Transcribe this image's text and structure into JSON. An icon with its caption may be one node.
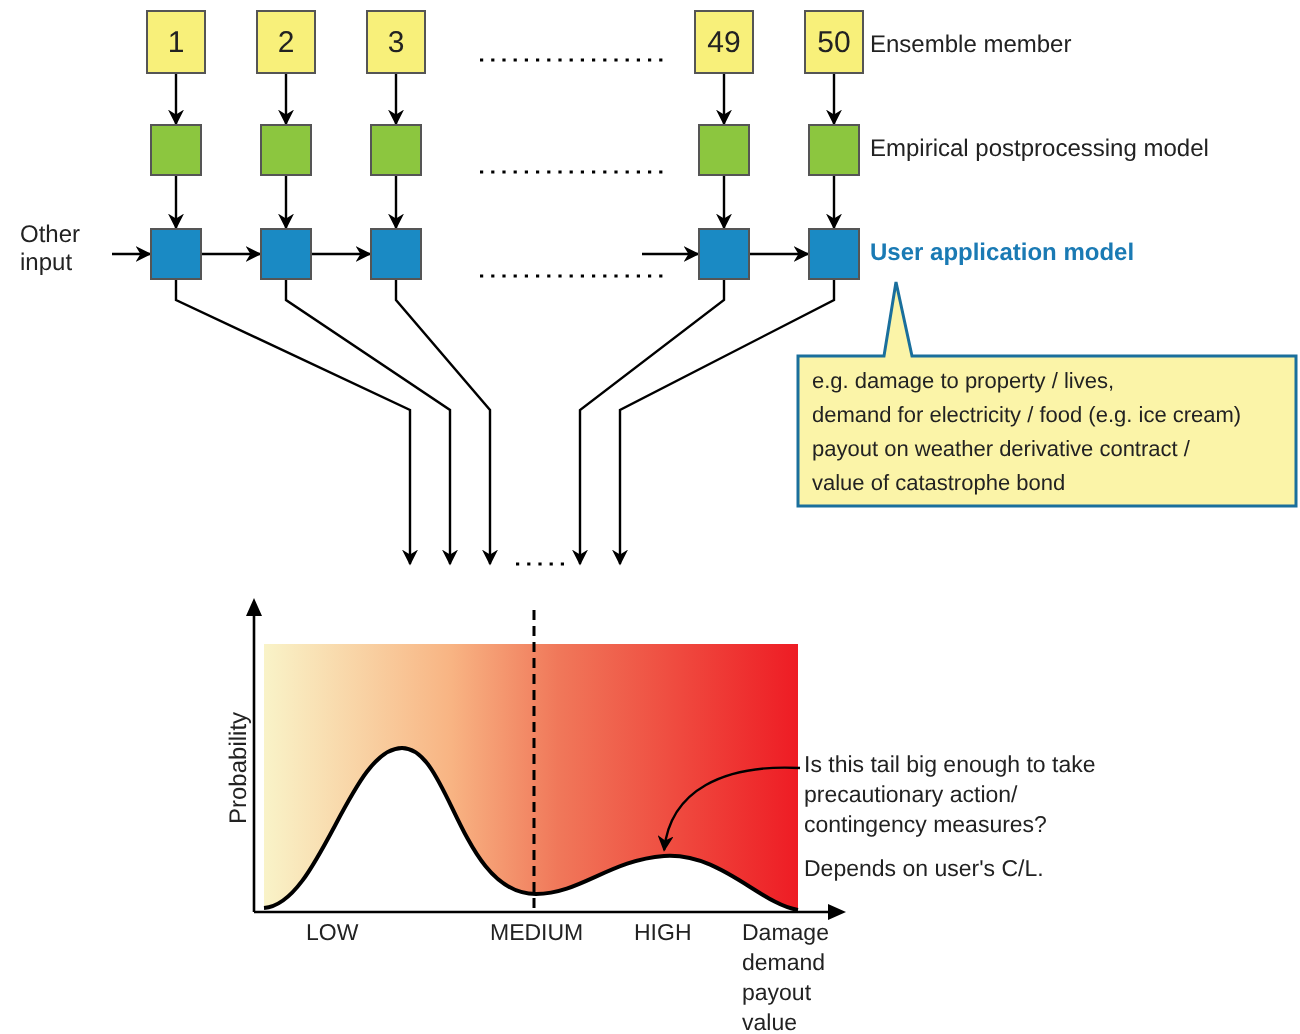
{
  "diagram": {
    "nodes": [
      {
        "text": [
          "1"
        ]
      },
      {
        "text": [
          "2"
        ]
      },
      {
        "text": [
          "3"
        ]
      },
      {
        "text": [
          "49"
        ]
      },
      {
        "text": [
          "50"
        ]
      },
      {
        "text": [],
        "shape": "box"
      },
      {
        "text": [],
        "shape": "box"
      },
      {
        "text": [],
        "shape": "box"
      },
      {
        "text": [],
        "shape": "box"
      },
      {
        "text": [],
        "shape": "box"
      },
      {
        "text": [],
        "shape": "box"
      },
      {
        "text": [],
        "shape": "box"
      },
      {
        "text": [],
        "shape": "box"
      },
      {
        "text": [],
        "shape": "box"
      },
      {
        "text": [],
        "shape": "box"
      },
      {
        "text": [
          "Other input"
        ]
      },
      {
        "text": [
          "e.g. damage to property / lives,",
          "demand for electricity / food (e.g. ice cream)",
          "payout on weather derivative contract /",
          "value of catastrophe bond"
        ]
      },
      {
        "text": [],
        "shape": "picture"
      },
      {
        "text": [
          "Is this tail big enough to take precautionary action/ contingency measures?"
        ]
      }
    ],
    "edges": [
      {
        "from": 0,
        "to": 5,
        "arrow": "to"
      },
      {
        "from": 1,
        "to": 6,
        "arrow": "to"
      },
      {
        "from": 2,
        "to": 7,
        "arrow": "to"
      },
      {
        "from": 3,
        "to": 8,
        "arrow": "to"
      },
      {
        "from": 4,
        "to": 9,
        "arrow": "to"
      },
      {
        "from": 5,
        "to": 10,
        "arrow": "to"
      },
      {
        "from": 6,
        "to": 11,
        "arrow": "to"
      },
      {
        "from": 7,
        "to": 12,
        "arrow": "to"
      },
      {
        "from": 8,
        "to": 13,
        "arrow": "to"
      },
      {
        "from": 9,
        "to": 14,
        "arrow": "to"
      },
      {
        "from": 15,
        "to": 10,
        "arrow": "to"
      },
      {
        "from": 10,
        "to": 11,
        "arrow": "to"
      },
      {
        "from": 11,
        "to": 12,
        "arrow": "to"
      },
      {
        "from": null,
        "to": 13,
        "arrow": "to"
      },
      {
        "from": 13,
        "to": 14,
        "arrow": "to"
      },
      {
        "from": 10,
        "to": 17,
        "arrow": "to"
      },
      {
        "from": 11,
        "to": 17,
        "arrow": "to"
      },
      {
        "from": 12,
        "to": 17,
        "arrow": "to"
      },
      {
        "from": 13,
        "to": 17,
        "arrow": "to"
      },
      {
        "from": 14,
        "to": 17,
        "arrow": "to"
      },
      {
        "from": 18,
        "to": 17,
        "arrow": "to"
      }
    ],
    "labels": [
      "Ensemble member",
      "Empirical postprocessing model",
      "User application model",
      "Probability",
      "LOW",
      "MEDIUM",
      "HIGH",
      "Damage demand payout value",
      "Depends on user's C/L."
    ]
  }
}
